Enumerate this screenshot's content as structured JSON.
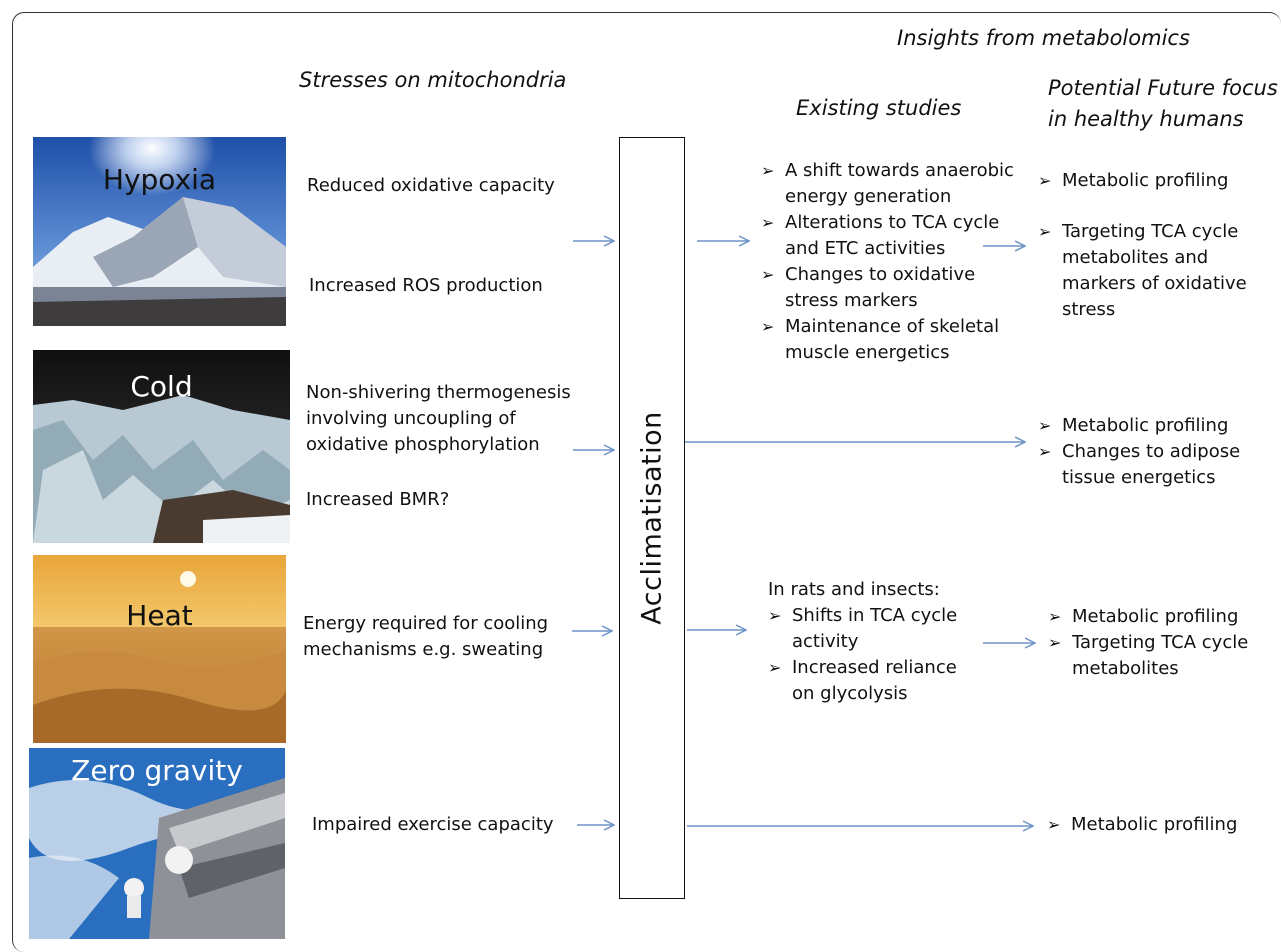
{
  "headers": {
    "stresses": "Stresses on mitochondria",
    "insights": "Insights from metabolomics",
    "existing": "Existing studies",
    "future_line1": "Potential Future focus",
    "future_line2": "in healthy humans"
  },
  "panels": {
    "hypoxia": "Hypoxia",
    "cold": "Cold",
    "heat": "Heat",
    "zero_gravity": "Zero gravity"
  },
  "stresses": {
    "hypoxia_1": "Reduced oxidative capacity",
    "hypoxia_2": "Increased ROS production",
    "cold_1a": "Non-shivering thermogenesis",
    "cold_1b": "involving uncoupling of",
    "cold_1c": "oxidative phosphorylation",
    "cold_2": "Increased BMR?",
    "heat_1a": "Energy required for cooling",
    "heat_1b": "mechanisms e.g. sweating",
    "zero_1": "Impaired exercise capacity"
  },
  "acclimatisation": "Acclimatisation",
  "existing": {
    "hypoxia": [
      {
        "l1": "A shift towards anaerobic",
        "l2": "energy generation"
      },
      {
        "l1": "Alterations to TCA cycle",
        "l2": "and ETC activities"
      },
      {
        "l1": "Changes to oxidative",
        "l2": "stress markers"
      },
      {
        "l1": "Maintenance of skeletal",
        "l2": "muscle energetics"
      }
    ],
    "heat_intro": "In rats and insects:",
    "heat": [
      {
        "l1": "Shifts in TCA cycle",
        "l2": "activity"
      },
      {
        "l1": "Increased reliance",
        "l2": "on glycolysis"
      }
    ]
  },
  "future": {
    "hypoxia_1": "Metabolic profiling",
    "hypoxia_2": {
      "l1": "Targeting TCA cycle",
      "l2": "metabolites and",
      "l3": "markers of oxidative",
      "l4": "stress"
    },
    "cold_1": "Metabolic profiling",
    "cold_2": {
      "l1": "Changes to adipose",
      "l2": "tissue energetics"
    },
    "heat_1": "Metabolic profiling",
    "heat_2": {
      "l1": "Targeting TCA cycle",
      "l2": "metabolites"
    },
    "zero_1": "Metabolic profiling"
  },
  "colors": {
    "arrow": "#6e93c9",
    "border": "#111111"
  }
}
